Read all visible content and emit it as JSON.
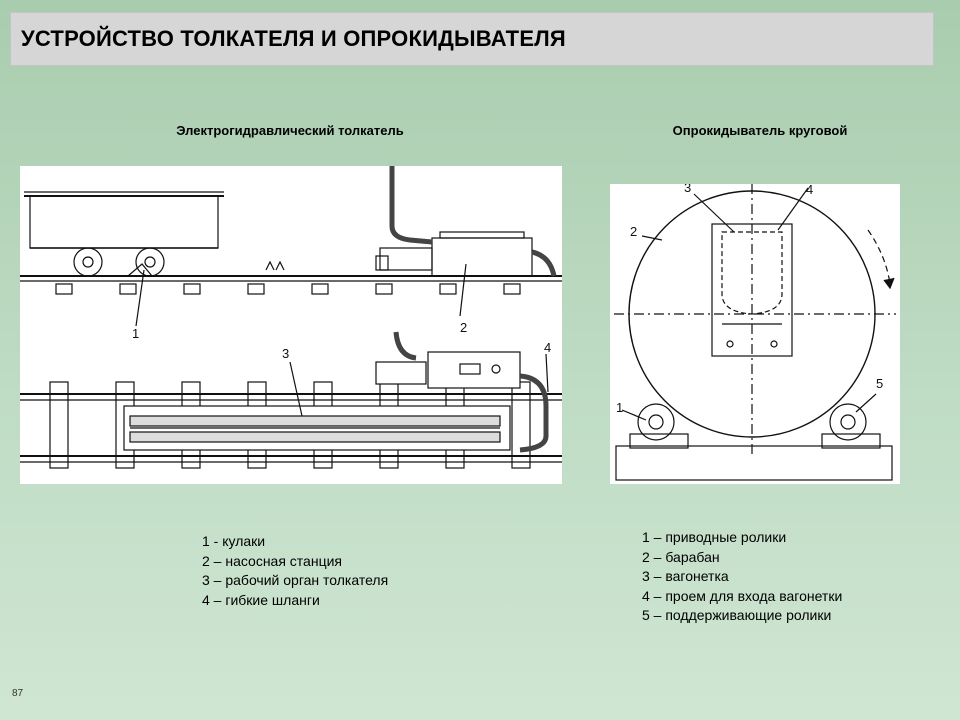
{
  "header": {
    "title": "УСТРОЙСТВО ТОЛКАТЕЛЯ И ОПРОКИДЫВАТЕЛЯ"
  },
  "left_figure": {
    "caption": "Электрогидравлический толкатель",
    "callouts": [
      "1",
      "2",
      "3",
      "4"
    ],
    "legend": [
      "1 - кулаки",
      "2 – насосная станция",
      "3 – рабочий орган толкателя",
      "4 – гибкие шланги"
    ]
  },
  "right_figure": {
    "caption": "Опрокидыватель круговой",
    "callouts": [
      "1",
      "2",
      "3",
      "4",
      "5"
    ],
    "legend": [
      "1 – приводные ролики",
      "2 – барабан",
      "3 – вагонетка",
      "4 – проем для входа вагонетки",
      "5 – поддерживающие ролики"
    ]
  },
  "footer": {
    "page_number": "87"
  }
}
